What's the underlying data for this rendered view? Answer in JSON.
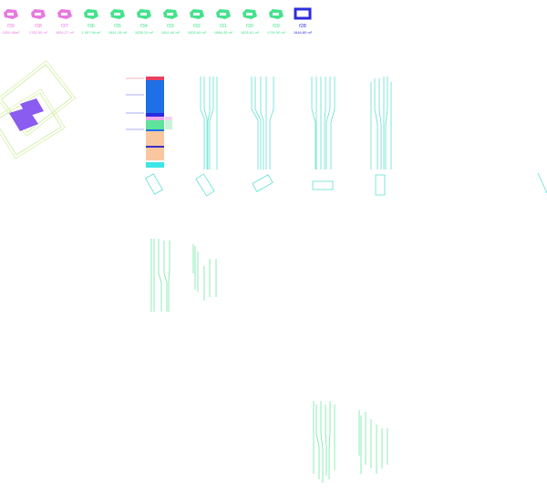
{
  "colors": {
    "magenta": "#e879e0",
    "green": "#44e28c",
    "blue": "#2c2ce0",
    "teal": "#2ed8c4",
    "lime": "#b6e87a",
    "violet": "#8a5cf0",
    "stack_blue": "#1f6fe6",
    "stack_green": "#5de39a",
    "stack_pink": "#f0a6e6",
    "stack_orange": "#f8c7a0",
    "stack_cyan": "#3ee6e6",
    "stack_red": "#e84060"
  },
  "floor_labels": [
    {
      "code": "f39",
      "area": "1830.98m²",
      "color": "magenta"
    },
    {
      "code": "f38",
      "area": "1782.55 m²",
      "color": "magenta"
    },
    {
      "code": "f37",
      "area": "1854.27 m²",
      "color": "magenta"
    },
    {
      "code": "f36",
      "area": "1,907.96 m²",
      "color": "green"
    },
    {
      "code": "f35",
      "area": "1841.28 m²",
      "color": "green"
    },
    {
      "code": "f34",
      "area": "1836.10 m²",
      "color": "green"
    },
    {
      "code": "f33",
      "area": "1851.96 m²",
      "color": "green"
    },
    {
      "code": "f32",
      "area": "1828.65 m²",
      "color": "green"
    },
    {
      "code": "f31",
      "area": "1886.35 m²",
      "color": "green"
    },
    {
      "code": "f30",
      "area": "1826.61 m²",
      "color": "green"
    },
    {
      "code": "f29",
      "area": "1799.90 m²",
      "color": "green"
    },
    {
      "code": "f28",
      "area": "1644.80 m²",
      "color": "blue"
    }
  ]
}
